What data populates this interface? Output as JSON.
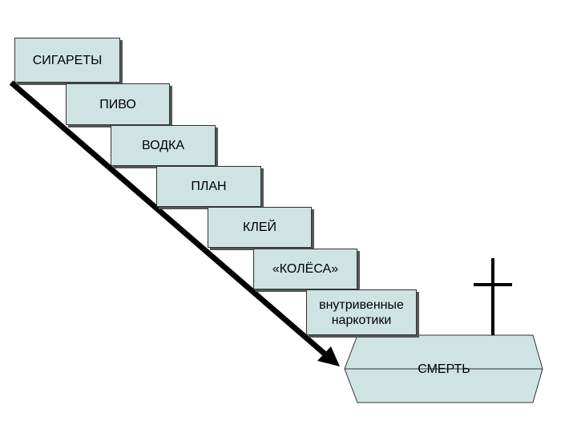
{
  "steps": [
    {
      "label": "СИГАРЕТЫ"
    },
    {
      "label": "ПИВО"
    },
    {
      "label": "ВОДКА"
    },
    {
      "label": "ПЛАН"
    },
    {
      "label": "КЛЕЙ"
    },
    {
      "label": "«КОЛЁСА»"
    },
    {
      "label": "внутривенные\nнаркотики"
    }
  ],
  "coffin": {
    "label": "СМЕРТЬ"
  },
  "colors": {
    "step_fill": "#cfe3e3",
    "coffin_fill": "#cfe3e3",
    "arrow": "#000000",
    "cross": "#000000"
  },
  "icons": {
    "cross": "cross-icon",
    "arrow": "arrow-down-right-icon"
  }
}
